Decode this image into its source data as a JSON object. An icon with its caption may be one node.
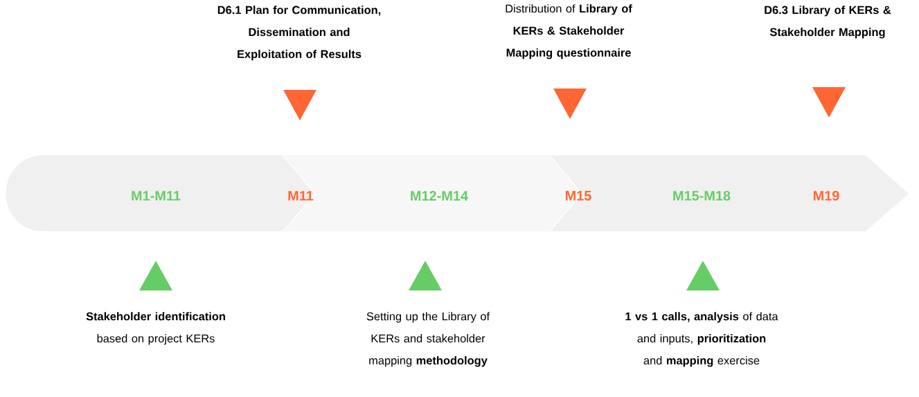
{
  "diagram": {
    "nodes": [
      {
        "text": [
          "M1-M11",
          "M11"
        ]
      },
      {
        "text": [
          "M12-M14",
          "M15"
        ]
      },
      {
        "text": [
          "M15-M18",
          "M19"
        ]
      }
    ],
    "labels": [
      "D6.1 Plan for Communication, Dissemination and Exploitation of Results",
      "Distribution of **Library of KERs & Stakeholder Mapping questionnaire**",
      "D6.3 Library of KERs & Stakeholder Mapping",
      "**Stakeholder identification** based on project KERs",
      "Setting up the Library of KERs and stakeholder mapping **methodology**",
      "**1 vs 1 calls, analysis** of data and inputs, **prioritization** and **mapping** exercise"
    ]
  }
}
